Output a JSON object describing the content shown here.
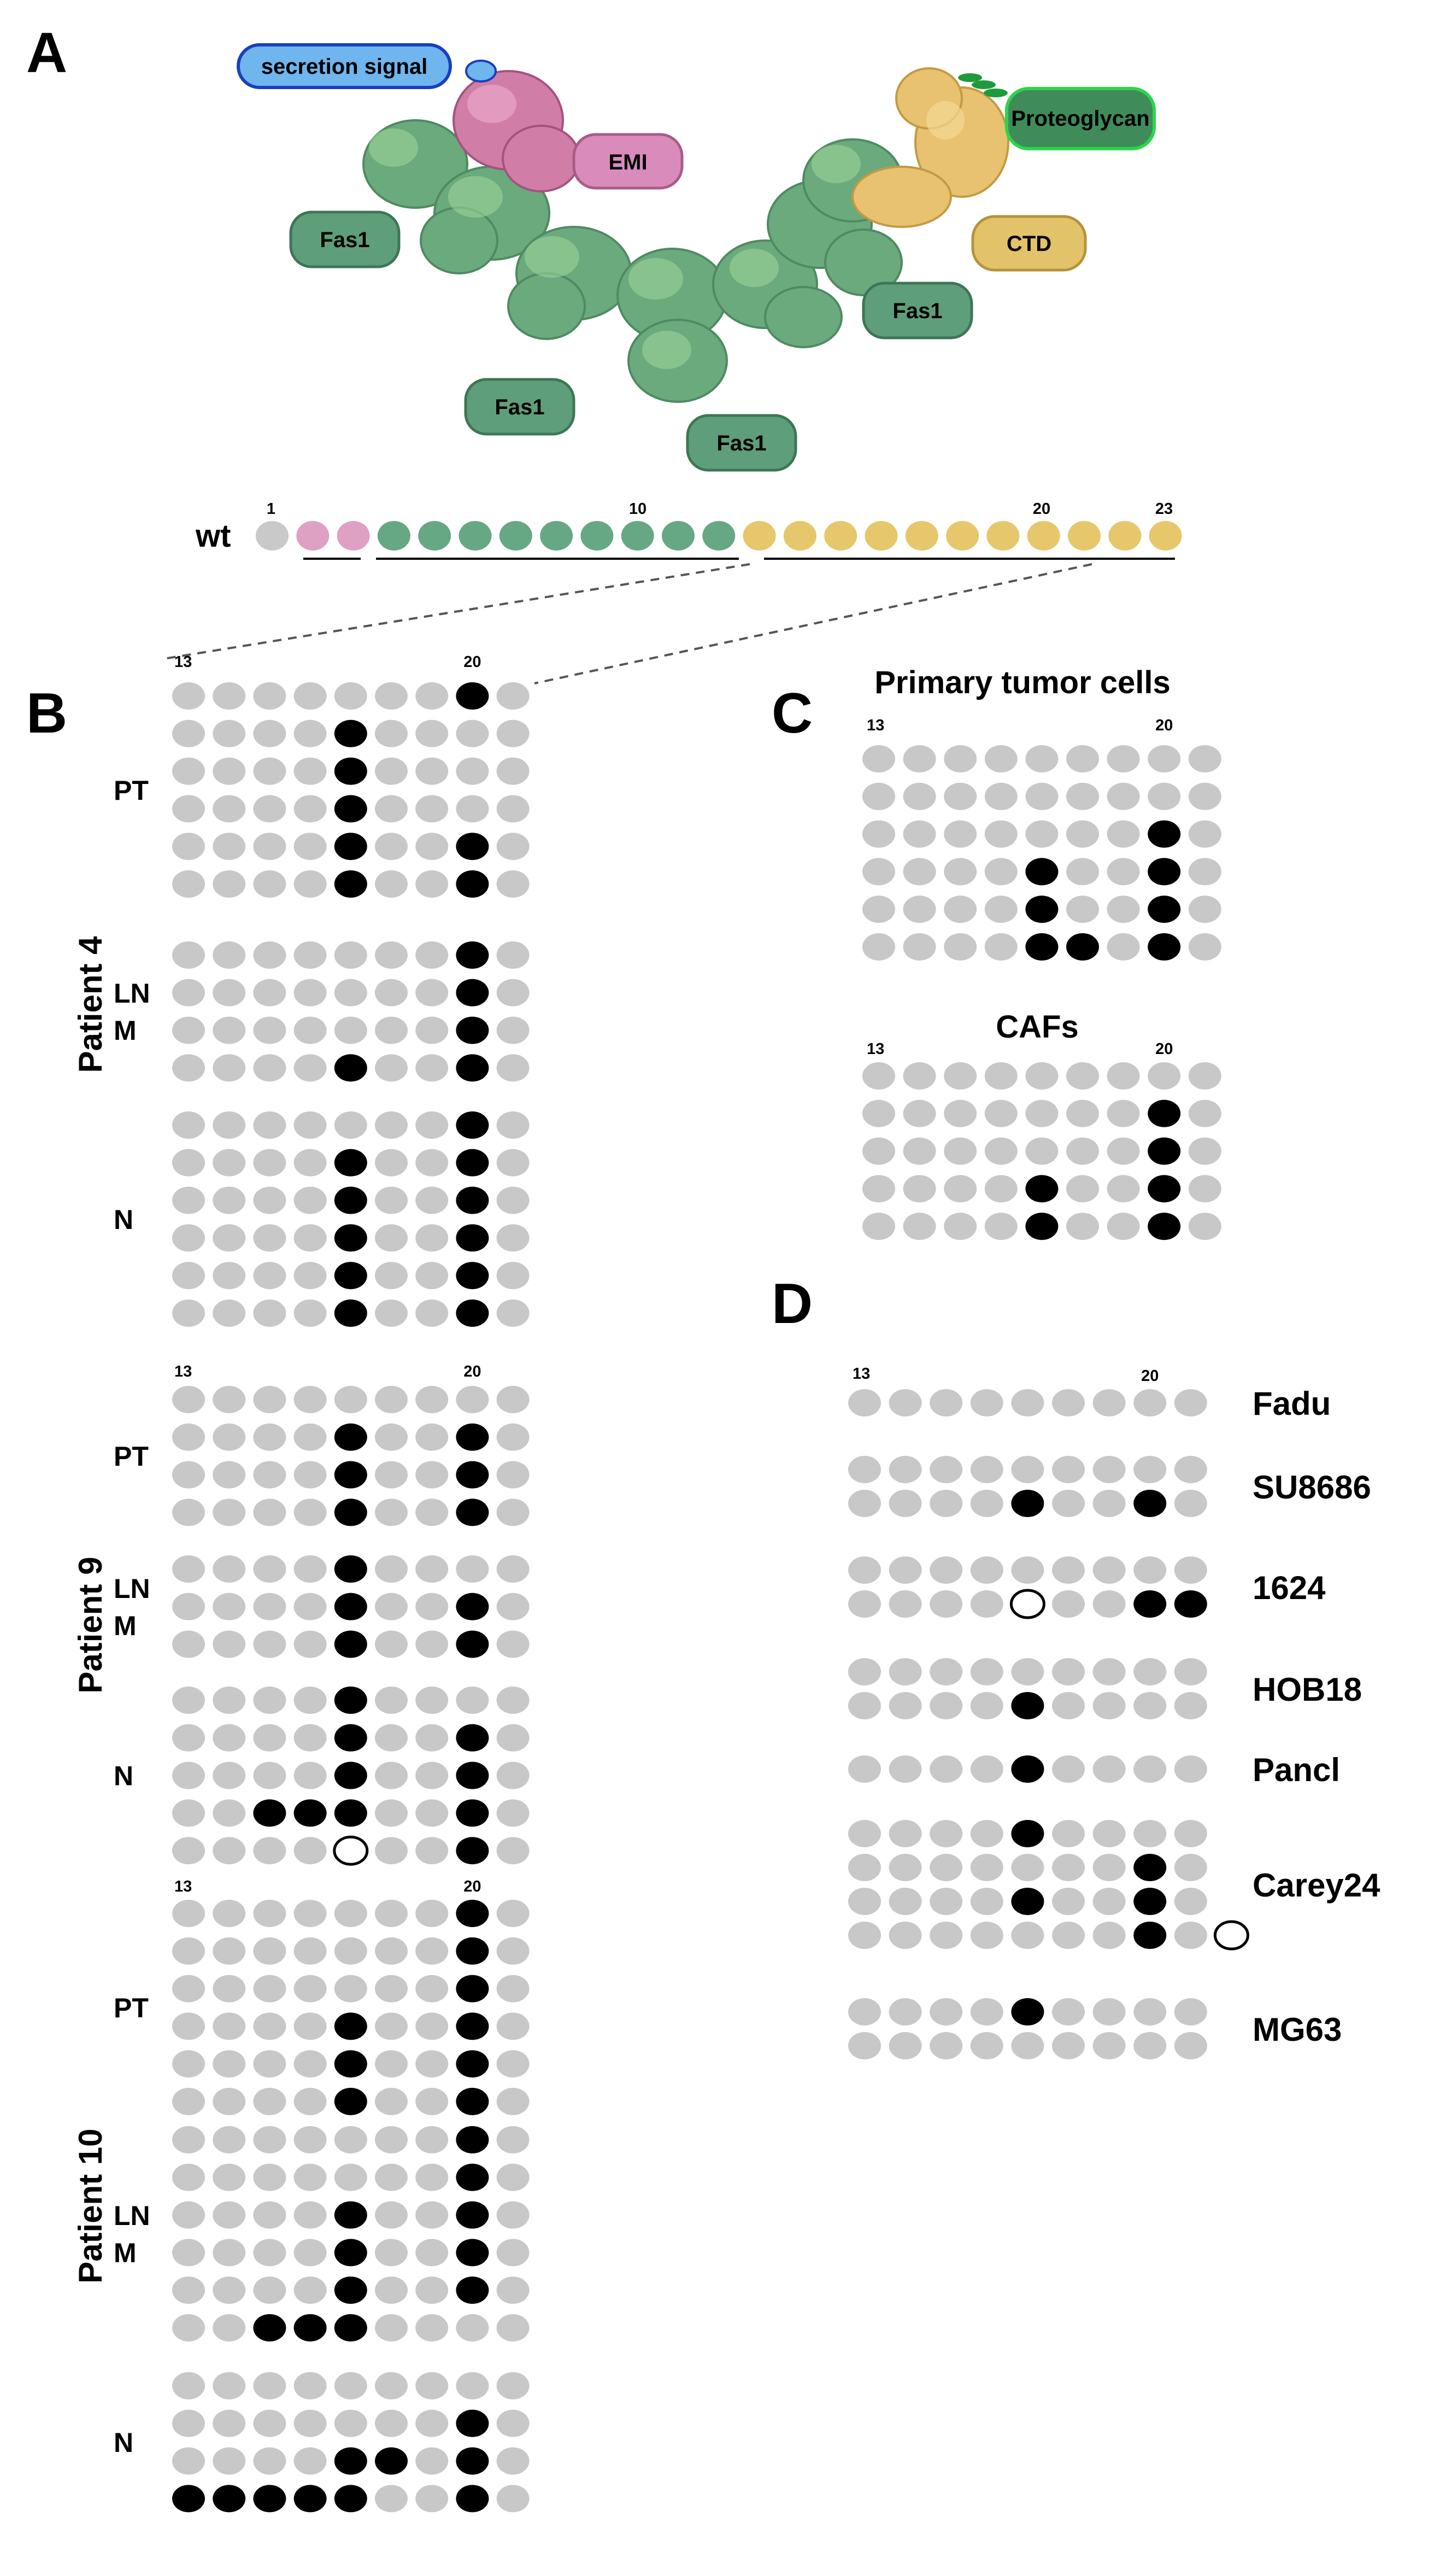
{
  "panels": {
    "a": "A",
    "b": "B",
    "c": "C",
    "d": "D"
  },
  "domain_labels": {
    "secretion_signal": "secretion signal",
    "emi": "EMI",
    "fas1": "Fas1",
    "proteoglycan": "Proteoglycan",
    "ctd": "CTD"
  },
  "exon_map": {
    "label": "wt",
    "num_1": "1",
    "num_10": "10",
    "num_20": "20",
    "num_23": "23",
    "exon_colors": [
      "#c9c9c9",
      "#dea1c4",
      "#dea1c4",
      "#66a883",
      "#66a883",
      "#66a883",
      "#66a883",
      "#66a883",
      "#66a883",
      "#66a883",
      "#66a883",
      "#66a883",
      "#e6c76b",
      "#e6c76b",
      "#e6c76b",
      "#e6c76b",
      "#e6c76b",
      "#e6c76b",
      "#e6c76b",
      "#e6c76b",
      "#e6c76b",
      "#e6c76b",
      "#e6c76b"
    ]
  },
  "colors": {
    "grey": "#c8c8c8",
    "black": "#000000",
    "emi": "#d98cbb",
    "fas1": "#5f9e7a",
    "ctd": "#e3c36a",
    "proteoglycan": "#3f8c5a",
    "secretion": "#6fb5ee"
  },
  "grid_legend": "0 = exon absent (grey), 1 = exon present (black), 2 = open circle; columns correspond to exons 13 to 21",
  "panel_b": {
    "col_start": "13",
    "col_20": "20",
    "patients": [
      {
        "name": "Patient 4",
        "groups": [
          {
            "label": "PT",
            "rows": [
              [
                0,
                0,
                0,
                0,
                0,
                0,
                0,
                1,
                0
              ],
              [
                0,
                0,
                0,
                0,
                1,
                0,
                0,
                0,
                0
              ],
              [
                0,
                0,
                0,
                0,
                1,
                0,
                0,
                0,
                0
              ],
              [
                0,
                0,
                0,
                0,
                1,
                0,
                0,
                0,
                0
              ],
              [
                0,
                0,
                0,
                0,
                1,
                0,
                0,
                1,
                0
              ],
              [
                0,
                0,
                0,
                0,
                1,
                0,
                0,
                1,
                0
              ]
            ]
          },
          {
            "label": "LN\nM",
            "rows": [
              [
                0,
                0,
                0,
                0,
                0,
                0,
                0,
                1,
                0
              ],
              [
                0,
                0,
                0,
                0,
                0,
                0,
                0,
                1,
                0
              ],
              [
                0,
                0,
                0,
                0,
                0,
                0,
                0,
                1,
                0
              ],
              [
                0,
                0,
                0,
                0,
                1,
                0,
                0,
                1,
                0
              ]
            ]
          },
          {
            "label": "N",
            "rows": [
              [
                0,
                0,
                0,
                0,
                0,
                0,
                0,
                1,
                0
              ],
              [
                0,
                0,
                0,
                0,
                1,
                0,
                0,
                1,
                0
              ],
              [
                0,
                0,
                0,
                0,
                1,
                0,
                0,
                1,
                0
              ],
              [
                0,
                0,
                0,
                0,
                1,
                0,
                0,
                1,
                0
              ],
              [
                0,
                0,
                0,
                0,
                1,
                0,
                0,
                1,
                0
              ],
              [
                0,
                0,
                0,
                0,
                1,
                0,
                0,
                1,
                0
              ]
            ]
          }
        ]
      },
      {
        "name": "Patient 9",
        "groups": [
          {
            "label": "PT",
            "rows": [
              [
                0,
                0,
                0,
                0,
                0,
                0,
                0,
                0,
                0
              ],
              [
                0,
                0,
                0,
                0,
                1,
                0,
                0,
                1,
                0
              ],
              [
                0,
                0,
                0,
                0,
                1,
                0,
                0,
                1,
                0
              ],
              [
                0,
                0,
                0,
                0,
                1,
                0,
                0,
                1,
                0
              ]
            ]
          },
          {
            "label": "LN\nM",
            "rows": [
              [
                0,
                0,
                0,
                0,
                1,
                0,
                0,
                0,
                0
              ],
              [
                0,
                0,
                0,
                0,
                1,
                0,
                0,
                1,
                0
              ],
              [
                0,
                0,
                0,
                0,
                1,
                0,
                0,
                1,
                0
              ]
            ]
          },
          {
            "label": "N",
            "rows": [
              [
                0,
                0,
                0,
                0,
                1,
                0,
                0,
                0,
                0
              ],
              [
                0,
                0,
                0,
                0,
                1,
                0,
                0,
                1,
                0
              ],
              [
                0,
                0,
                0,
                0,
                1,
                0,
                0,
                1,
                0
              ],
              [
                0,
                0,
                1,
                1,
                1,
                0,
                0,
                1,
                0
              ],
              [
                0,
                0,
                0,
                0,
                2,
                0,
                0,
                1,
                0
              ]
            ]
          }
        ]
      },
      {
        "name": "Patient 10",
        "groups": [
          {
            "label": "PT",
            "rows": [
              [
                0,
                0,
                0,
                0,
                0,
                0,
                0,
                1,
                0
              ],
              [
                0,
                0,
                0,
                0,
                0,
                0,
                0,
                1,
                0
              ],
              [
                0,
                0,
                0,
                0,
                0,
                0,
                0,
                1,
                0
              ],
              [
                0,
                0,
                0,
                0,
                1,
                0,
                0,
                1,
                0
              ],
              [
                0,
                0,
                0,
                0,
                1,
                0,
                0,
                1,
                0
              ],
              [
                0,
                0,
                0,
                0,
                1,
                0,
                0,
                1,
                0
              ]
            ]
          },
          {
            "label": "LN\nM",
            "rows": [
              [
                0,
                0,
                0,
                0,
                0,
                0,
                0,
                1,
                0
              ],
              [
                0,
                0,
                0,
                0,
                0,
                0,
                0,
                1,
                0
              ],
              [
                0,
                0,
                0,
                0,
                1,
                0,
                0,
                1,
                0
              ],
              [
                0,
                0,
                0,
                0,
                1,
                0,
                0,
                1,
                0
              ],
              [
                0,
                0,
                0,
                0,
                1,
                0,
                0,
                1,
                0
              ],
              [
                0,
                0,
                1,
                1,
                1,
                0,
                0,
                0,
                0
              ]
            ]
          },
          {
            "label": "N",
            "rows": [
              [
                0,
                0,
                0,
                0,
                0,
                0,
                0,
                0,
                0
              ],
              [
                0,
                0,
                0,
                0,
                0,
                0,
                0,
                1,
                0
              ],
              [
                0,
                0,
                0,
                0,
                1,
                1,
                0,
                1,
                0
              ],
              [
                1,
                1,
                1,
                1,
                1,
                0,
                0,
                1,
                0
              ]
            ]
          }
        ]
      }
    ]
  },
  "panel_c": {
    "col_start": "13",
    "col_20": "20",
    "primary_title": "Primary tumor cells",
    "primary_rows": [
      [
        0,
        0,
        0,
        0,
        0,
        0,
        0,
        0,
        0
      ],
      [
        0,
        0,
        0,
        0,
        0,
        0,
        0,
        0,
        0
      ],
      [
        0,
        0,
        0,
        0,
        0,
        0,
        0,
        1,
        0
      ],
      [
        0,
        0,
        0,
        0,
        1,
        0,
        0,
        1,
        0
      ],
      [
        0,
        0,
        0,
        0,
        1,
        0,
        0,
        1,
        0
      ],
      [
        0,
        0,
        0,
        0,
        1,
        1,
        0,
        1,
        0
      ]
    ],
    "cafs_title": "CAFs",
    "cafs_rows": [
      [
        0,
        0,
        0,
        0,
        0,
        0,
        0,
        0,
        0
      ],
      [
        0,
        0,
        0,
        0,
        0,
        0,
        0,
        1,
        0
      ],
      [
        0,
        0,
        0,
        0,
        0,
        0,
        0,
        1,
        0
      ],
      [
        0,
        0,
        0,
        0,
        1,
        0,
        0,
        1,
        0
      ],
      [
        0,
        0,
        0,
        0,
        1,
        0,
        0,
        1,
        0
      ]
    ]
  },
  "panel_d": {
    "col_start": "13",
    "col_20": "20",
    "cell_lines": [
      {
        "name": "Fadu",
        "rows": [
          [
            0,
            0,
            0,
            0,
            0,
            0,
            0,
            0,
            0
          ]
        ]
      },
      {
        "name": "SU8686",
        "rows": [
          [
            0,
            0,
            0,
            0,
            0,
            0,
            0,
            0,
            0
          ],
          [
            0,
            0,
            0,
            0,
            1,
            0,
            0,
            1,
            0
          ]
        ]
      },
      {
        "name": "1624",
        "rows": [
          [
            0,
            0,
            0,
            0,
            0,
            0,
            0,
            0,
            0
          ],
          [
            0,
            0,
            0,
            0,
            2,
            0,
            0,
            1,
            1
          ]
        ]
      },
      {
        "name": "HOB18",
        "rows": [
          [
            0,
            0,
            0,
            0,
            0,
            0,
            0,
            0,
            0
          ],
          [
            0,
            0,
            0,
            0,
            1,
            0,
            0,
            0,
            0
          ]
        ]
      },
      {
        "name": "Pancl",
        "rows": [
          [
            0,
            0,
            0,
            0,
            1,
            0,
            0,
            0,
            0
          ]
        ]
      },
      {
        "name": "Carey24",
        "rows": [
          [
            0,
            0,
            0,
            0,
            1,
            0,
            0,
            0,
            0
          ],
          [
            0,
            0,
            0,
            0,
            0,
            0,
            0,
            1,
            0
          ],
          [
            0,
            0,
            0,
            0,
            1,
            0,
            0,
            1,
            0
          ],
          [
            0,
            0,
            0,
            0,
            0,
            0,
            0,
            1,
            0,
            2
          ]
        ]
      },
      {
        "name": "MG63",
        "rows": [
          [
            0,
            0,
            0,
            0,
            1,
            0,
            0,
            0,
            0
          ],
          [
            0,
            0,
            0,
            0,
            0,
            0,
            0,
            0,
            0
          ]
        ]
      }
    ]
  }
}
